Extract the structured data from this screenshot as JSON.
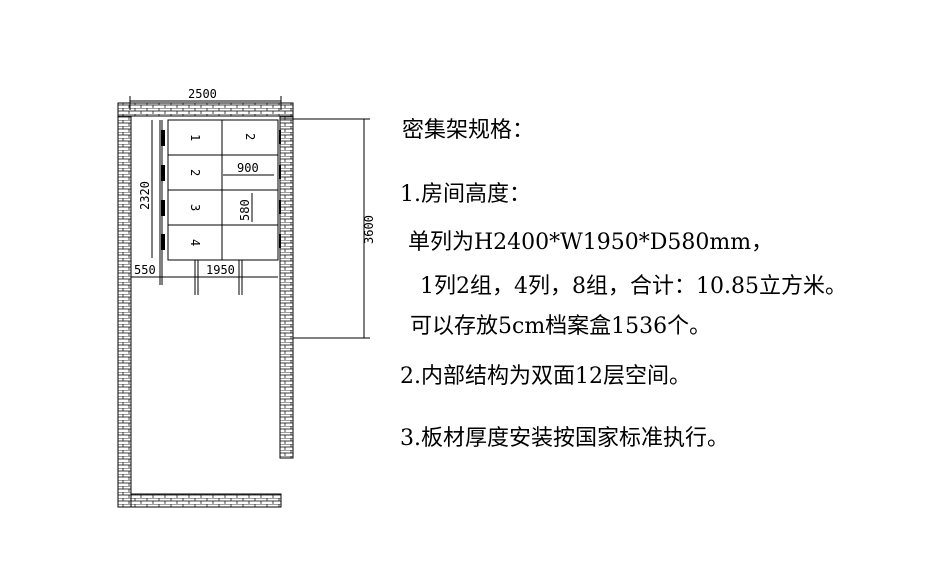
{
  "drawing": {
    "dims": {
      "width_total": "2500",
      "height_room": "3600",
      "rack_height": "2320",
      "aisle": "550",
      "rack_width": "1950",
      "cell_width": "900",
      "cell_depth": "580"
    },
    "shelf_labels_left": [
      "1",
      "2",
      "3",
      "4"
    ],
    "shelf_labels_right": [
      "2"
    ]
  },
  "spec": {
    "title": "密集架规格：",
    "item1": "1.房间高度：",
    "line_a": "单列为H2400*W1950*D580mm，",
    "line_b": "1列2组，4列，8组，合计：10.85立方米。",
    "line_c": "可以存放5cm档案盒1536个。",
    "item2": "2.内部结构为双面12层空间。",
    "item3": "3.板材厚度安装按国家标准执行。"
  }
}
